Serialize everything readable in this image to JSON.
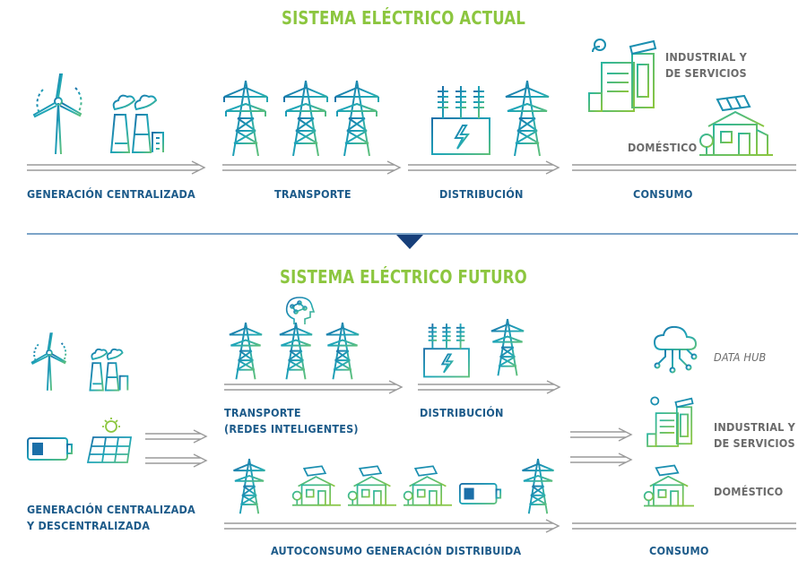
{
  "colors": {
    "title_green": "#8cc63f",
    "label_blue": "#1d5b8a",
    "label_grey": "#6b6b6b",
    "icon_blue": "#1b8fb0",
    "icon_teal": "#2bb5a0",
    "icon_green": "#8cc63f",
    "divider_blue": "#2f6ea8",
    "arrow_navy": "#173f7a",
    "arrow_grey": "#9a9a9a"
  },
  "current": {
    "title": "SISTEMA ELÉCTRICO ACTUAL",
    "stages": [
      {
        "label": "GENERACIÓN CENTRALIZADA"
      },
      {
        "label": "TRANSPORTE"
      },
      {
        "label": "DISTRIBUCIÓN"
      },
      {
        "label": "CONSUMO"
      }
    ],
    "consumers": {
      "industrial_line1": "INDUSTRIAL Y",
      "industrial_line2": "DE SERVICIOS",
      "domestic": "DOMÉSTICO"
    }
  },
  "future": {
    "title": "SISTEMA ELÉCTRICO FUTURO",
    "generation_line1": "GENERACIÓN CENTRALIZADA",
    "generation_line2": "Y DESCENTRALIZADA",
    "transport_line1": "TRANSPORTE",
    "transport_line2": "(REDES INTELIGENTES)",
    "distribution": "DISTRIBUCIÓN",
    "self_consumption": "AUTOCONSUMO GENERACIÓN DISTRIBUIDA",
    "consumption": "CONSUMO",
    "consumers": {
      "data_hub": "DATA HUB",
      "industrial_line1": "INDUSTRIAL Y",
      "industrial_line2": "DE SERVICIOS",
      "domestic": "DOMÉSTICO"
    }
  }
}
